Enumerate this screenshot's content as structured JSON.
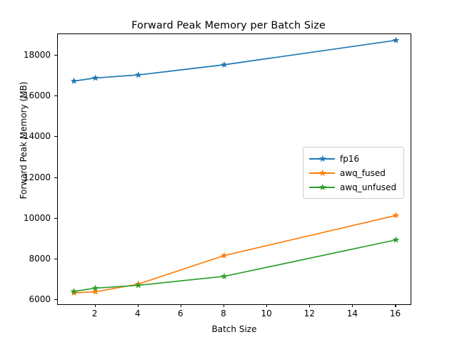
{
  "chart_data": {
    "type": "line",
    "title": "Forward Peak Memory per Batch Size",
    "xlabel": "Batch Size",
    "ylabel": "Forward Peak Memory (MB)",
    "x": [
      1,
      2,
      4,
      8,
      16
    ],
    "xlim": [
      0.25,
      16.75
    ],
    "ylim": [
      5720,
      19050
    ],
    "xticks": [
      2,
      4,
      6,
      8,
      10,
      12,
      14,
      16
    ],
    "xtick_labels": [
      "2",
      "4",
      "6",
      "8",
      "10",
      "12",
      "14",
      "16"
    ],
    "yticks": [
      6000,
      8000,
      10000,
      12000,
      14000,
      16000,
      18000
    ],
    "ytick_labels": [
      "6000",
      "8000",
      "10000",
      "12000",
      "14000",
      "16000",
      "18000"
    ],
    "grid": false,
    "legend_position": "center right",
    "marker": "star",
    "series": [
      {
        "name": "fp16",
        "color": "#1f77b4",
        "values": [
          16750,
          16900,
          17050,
          17550,
          18750
        ]
      },
      {
        "name": "awq_fused",
        "color": "#ff7f0e",
        "values": [
          6350,
          6400,
          6780,
          8180,
          10150
        ]
      },
      {
        "name": "awq_unfused",
        "color": "#2ca02c",
        "values": [
          6420,
          6580,
          6720,
          7160,
          8950
        ]
      }
    ]
  },
  "legend": {
    "items": [
      {
        "label": "fp16"
      },
      {
        "label": "awq_fused"
      },
      {
        "label": "awq_unfused"
      }
    ]
  }
}
